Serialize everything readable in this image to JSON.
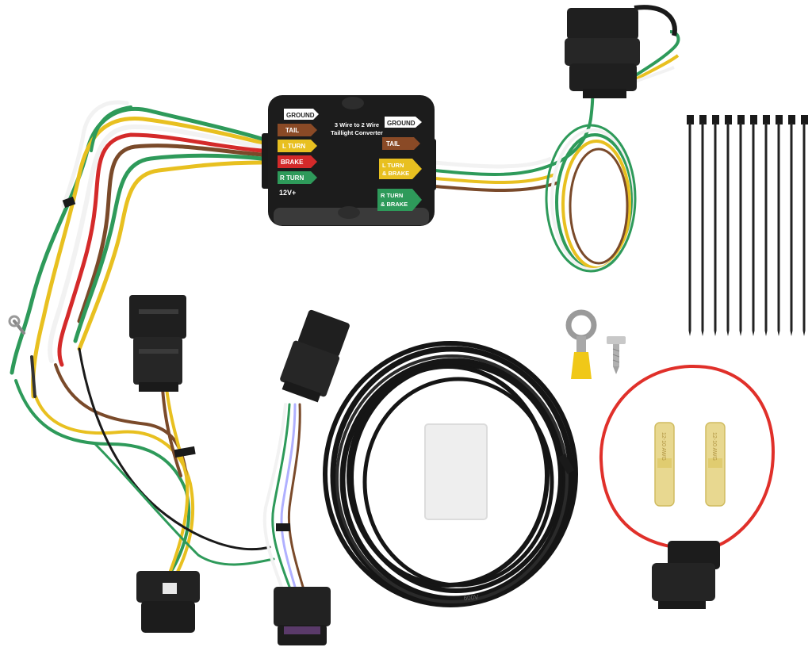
{
  "converter": {
    "title_line1": "3 Wire to 2 Wire",
    "title_line2": "Taillight Converter",
    "left_labels": {
      "ground": "GROUND",
      "tail": "TAIL",
      "l_turn": "L TURN",
      "brake": "BRAKE",
      "r_turn": "R TURN",
      "v12": "12V+"
    },
    "right_labels": {
      "ground": "GROUND",
      "tail": "TAIL",
      "l_turn_brake_1": "L TURN",
      "l_turn_brake_2": "& BRAKE",
      "r_turn_brake_1": "R TURN",
      "r_turn_brake_2": "& BRAKE"
    }
  },
  "fuse_connector_1": "12-10 AWG",
  "fuse_connector_2": "12-10 AWG",
  "cable_print": "600V",
  "zip_tie_count": 10,
  "colors": {
    "wire_white": "#f2f2f2",
    "wire_brown": "#7a4a2a",
    "wire_yellow": "#e8c020",
    "wire_green": "#2e9a5a",
    "wire_red": "#d42a2a",
    "black": "#1a1a1a",
    "fuse_wire": "#e0302a",
    "butt_connector": "#e8d890"
  }
}
